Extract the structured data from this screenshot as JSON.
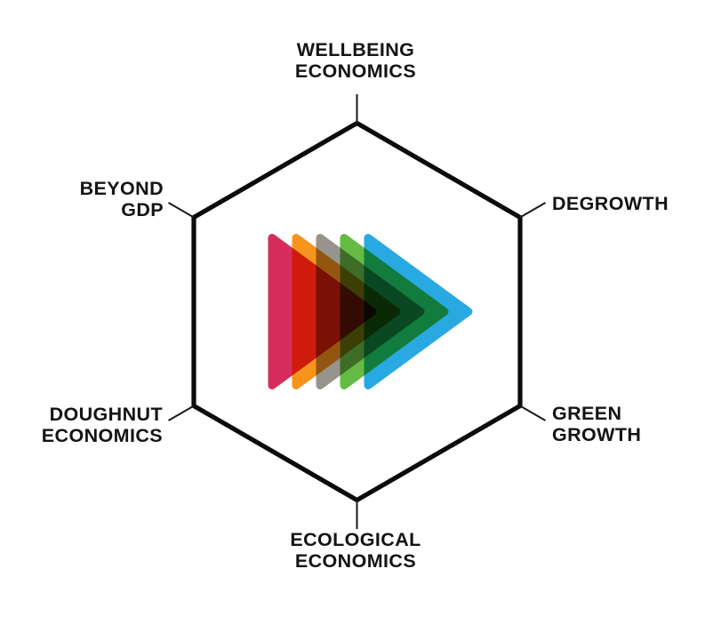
{
  "diagram": {
    "type": "hexagon-concept-diagram",
    "background": "#ffffff",
    "outline_color": "#0b0b0b",
    "tick_color": "#1a1a1a",
    "labels": {
      "top": "WELLBEING\nECONOMICS",
      "upper_right": "DEGROWTH",
      "lower_right": "GREEN\nGROWTH",
      "bottom": "ECOLOGICAL\nECONOMICS",
      "lower_left": "DOUGHNUT\nECONOMICS",
      "upper_left": "BEYOND\nGDP"
    },
    "triangles": [
      {
        "name": "pink-triangle",
        "color": "#D62D5C"
      },
      {
        "name": "orange-triangle",
        "color": "#F7941E"
      },
      {
        "name": "gray-triangle",
        "color": "#98948D"
      },
      {
        "name": "green-triangle",
        "color": "#66BB45"
      },
      {
        "name": "blue-triangle",
        "color": "#29A9E1"
      }
    ]
  }
}
